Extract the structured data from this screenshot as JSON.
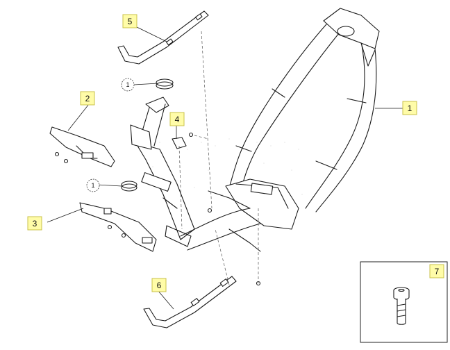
{
  "callouts": [
    {
      "id": "1",
      "label": "1"
    },
    {
      "id": "2",
      "label": "2"
    },
    {
      "id": "3",
      "label": "3"
    },
    {
      "id": "4",
      "label": "4"
    },
    {
      "id": "5",
      "label": "5"
    },
    {
      "id": "6",
      "label": "6"
    },
    {
      "id": "7",
      "label": "7"
    }
  ],
  "references": [
    {
      "id": "ref-a",
      "label": "1"
    },
    {
      "id": "ref-b",
      "label": "1"
    }
  ],
  "colors": {
    "callout_fill": "#fffca8",
    "line": "#1a1a1a"
  }
}
